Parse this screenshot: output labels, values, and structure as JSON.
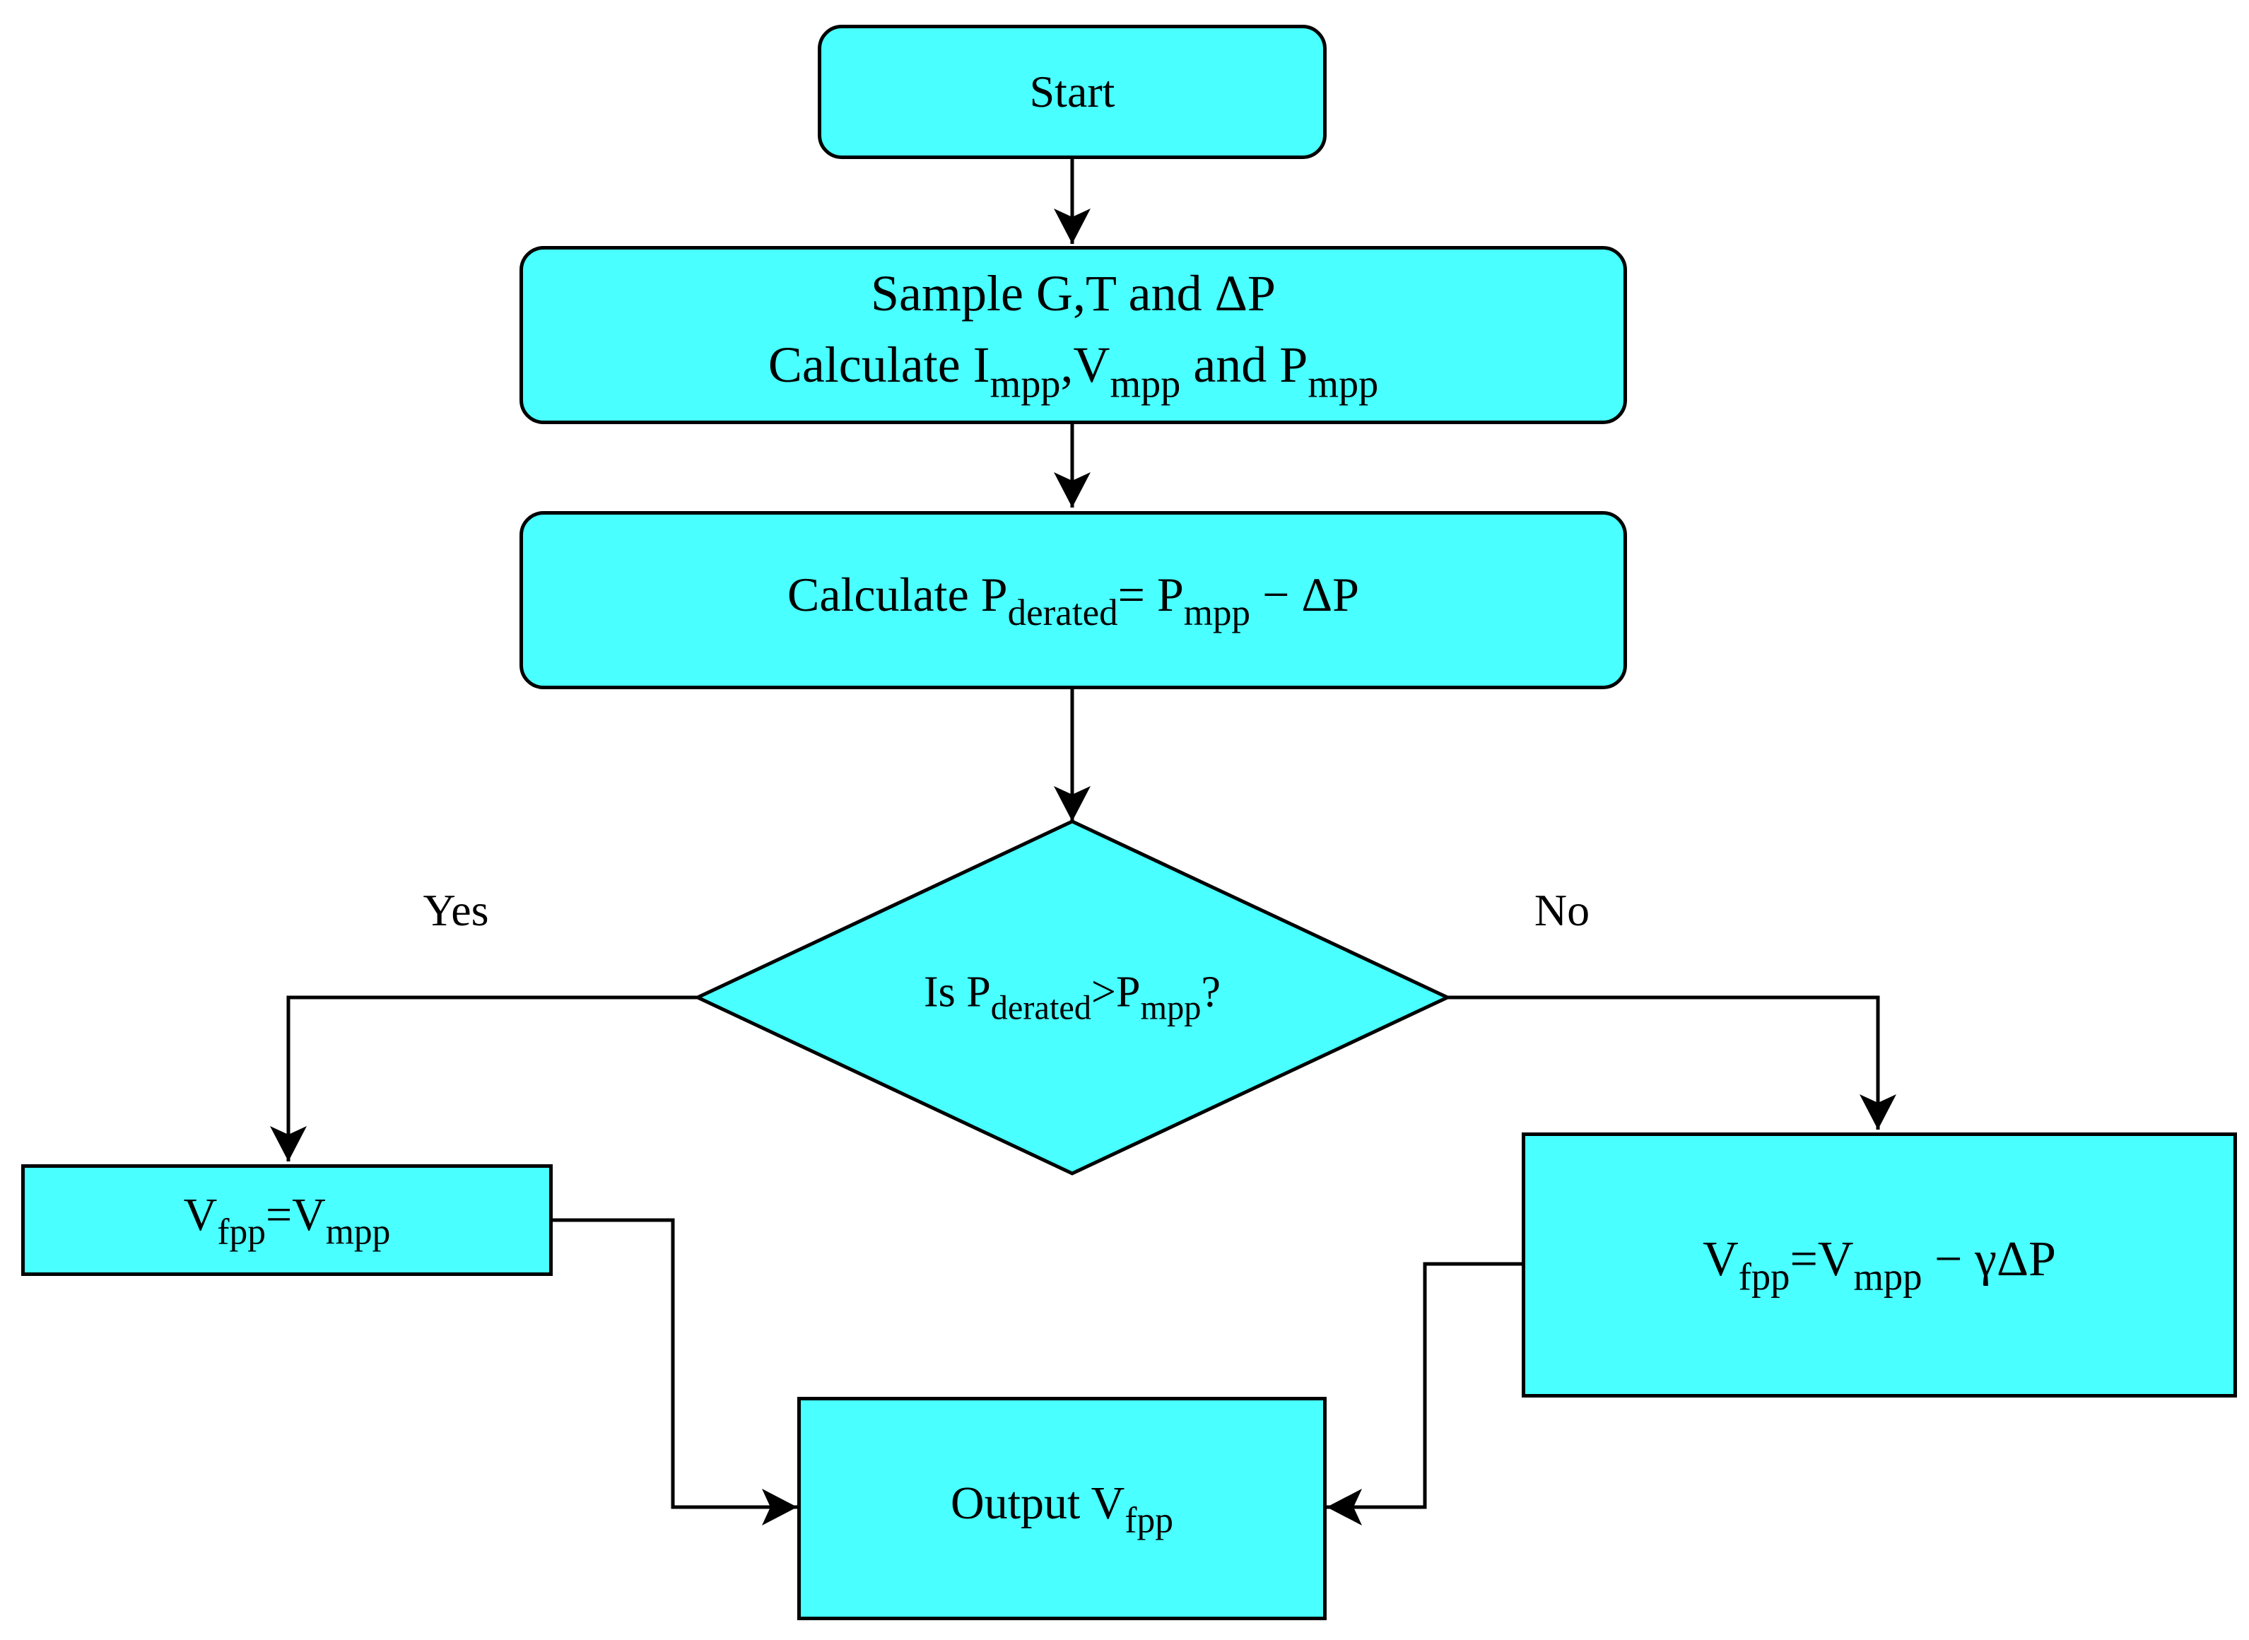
{
  "colors": {
    "node_fill": "#49ffff",
    "stroke": "#000000"
  },
  "nodes": {
    "start": {
      "text": "Start"
    },
    "sample": {
      "line1": "Sample G,T and ΔP",
      "line2": {
        "prefix": "Calculate I",
        "sub1": "mpp",
        "mid1": ",V",
        "sub2": "mpp",
        "mid2": " and P",
        "sub3": "mpp"
      }
    },
    "derate": {
      "prefix": "Calculate P",
      "sub1": "derated",
      "mid": "= P",
      "sub2": "mpp",
      "suffix": " − ΔP"
    },
    "decision": {
      "prefix": "Is P",
      "sub1": "derated",
      "mid": ">P",
      "sub2": "mpp",
      "suffix": "?"
    },
    "yes_box": {
      "prefix": "V",
      "sub1": "fpp",
      "mid": "=V",
      "sub2": "mpp"
    },
    "no_box": {
      "prefix": "V",
      "sub1": "fpp",
      "mid": "=V",
      "sub2": "mpp",
      "suffix": " −  γΔP"
    },
    "output": {
      "prefix": "Output V",
      "sub1": "fpp"
    }
  },
  "edge_labels": {
    "yes": "Yes",
    "no": "No"
  }
}
